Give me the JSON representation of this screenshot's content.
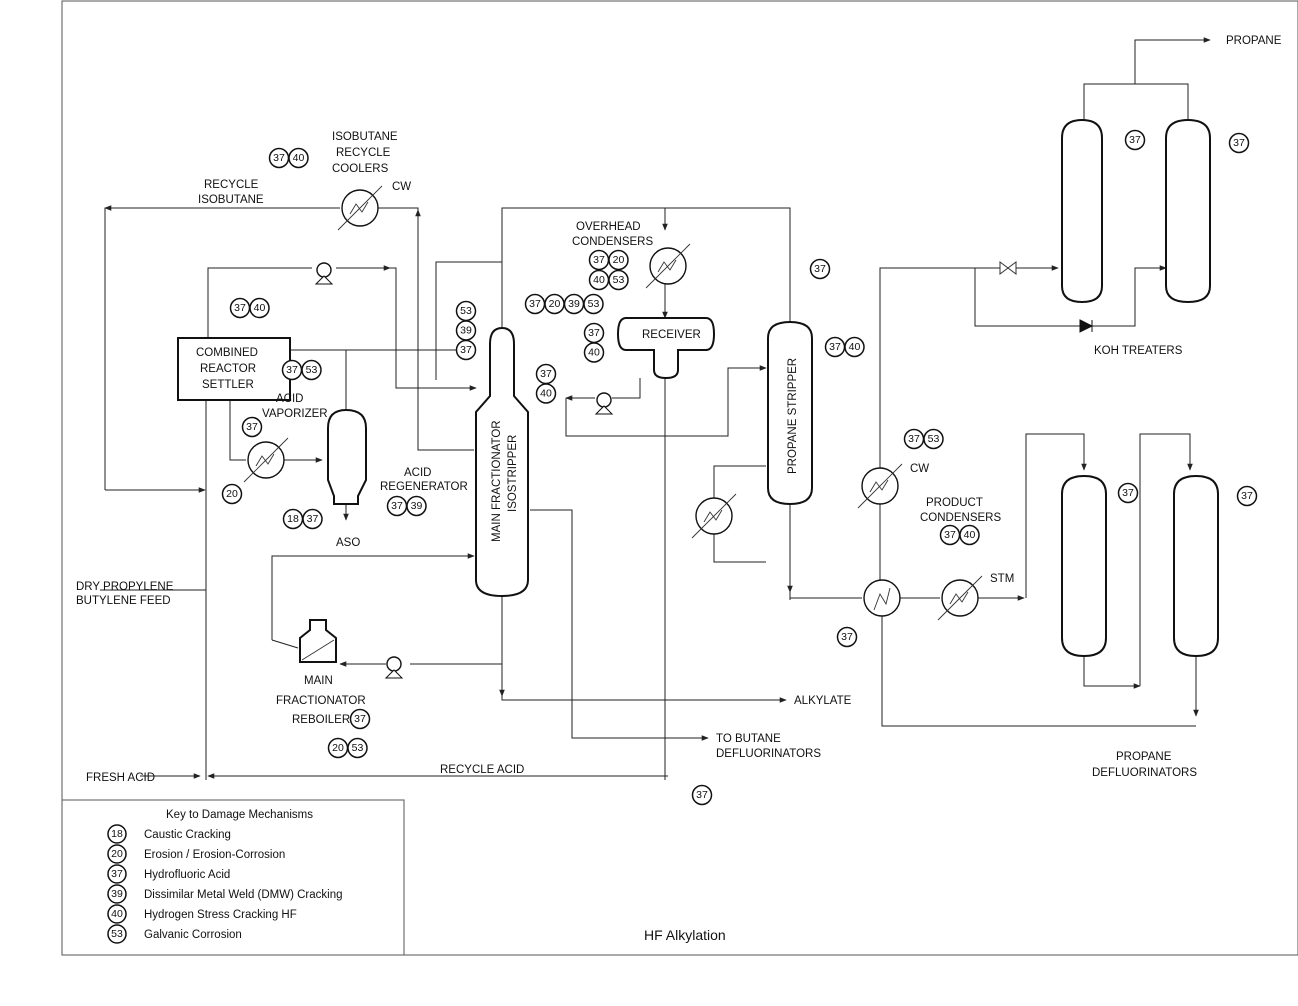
{
  "title": "HF Alkylation",
  "labels": {
    "propane": "PROPANE",
    "koh_treaters": "KOH TREATERS",
    "isobutane_recycle_coolers": [
      "ISOBUTANE",
      "RECYCLE",
      "COOLERS"
    ],
    "cw": "CW",
    "recycle_isobutane": [
      "RECYCLE",
      "ISOBUTANE"
    ],
    "overhead_condensers": [
      "OVERHEAD",
      "CONDENSERS"
    ],
    "receiver": "RECEIVER",
    "combined_reactor_settler": [
      "COMBINED",
      "REACTOR",
      "SETTLER"
    ],
    "acid_vaporizer": [
      "ACID",
      "VAPORIZER"
    ],
    "acid_regenerator": [
      "ACID",
      "REGENERATOR"
    ],
    "aso": "ASO",
    "main_fractionator_isostripper": [
      "MAIN FRACTIONATOR",
      "ISOSTRIPPER"
    ],
    "propane_stripper": "PROPANE STRIPPER",
    "cw2": "CW",
    "product_condensers": [
      "PRODUCT",
      "CONDENSERS"
    ],
    "stm": "STM",
    "dry_feed": [
      "DRY PROPYLENE",
      "BUTYLENE FEED"
    ],
    "main_fractionator_reboiler": [
      "MAIN",
      "FRACTIONATOR",
      "REBOILER"
    ],
    "alkylate": "ALKYLATE",
    "to_butane_defluorinators": [
      "TO BUTANE",
      "DEFLUORINATORS"
    ],
    "propane_defluorinators": [
      "PROPANE",
      "DEFLUORINATORS"
    ],
    "fresh_acid": "FRESH ACID",
    "recycle_acid": "RECYCLE ACID"
  },
  "damage_badges": {
    "koh_left": [
      "37"
    ],
    "koh_right": [
      "37"
    ],
    "coolers": [
      "37",
      "40"
    ],
    "overhead_top": [
      "37",
      "20"
    ],
    "overhead_bottom": [
      "40",
      "53"
    ],
    "propane_top": [
      "37"
    ],
    "reactor": [
      "37",
      "40"
    ],
    "fractionator_line": [
      "37",
      "20",
      "39",
      "53"
    ],
    "fractionator_stack": [
      "53",
      "39",
      "37"
    ],
    "receiver_stack": [
      "37",
      "40"
    ],
    "propane_stripper": [
      "37",
      "40"
    ],
    "settler_line": [
      "37",
      "53"
    ],
    "reflux_stack": [
      "37",
      "40"
    ],
    "acid_vaporizer": [
      "37"
    ],
    "acid_vaporizer_inlet": [
      "20"
    ],
    "acid_regenerator": [
      "37",
      "39"
    ],
    "aso": [
      "18",
      "37"
    ],
    "product_condensers_top": [
      "37",
      "53"
    ],
    "product_condensers": [
      "37",
      "40"
    ],
    "deflu_left": [
      "37"
    ],
    "deflu_right": [
      "37"
    ],
    "exchanger_bottom": [
      "37"
    ],
    "reboiler": [
      "37"
    ],
    "reboiler_lower": [
      "20",
      "53"
    ],
    "recycle_acid": [
      "37"
    ]
  },
  "legend": {
    "title": "Key to Damage Mechanisms",
    "items": [
      {
        "code": "18",
        "text": "Caustic Cracking"
      },
      {
        "code": "20",
        "text": "Erosion / Erosion-Corrosion"
      },
      {
        "code": "37",
        "text": "Hydrofluoric Acid"
      },
      {
        "code": "39",
        "text": "Dissimilar Metal Weld (DMW) Cracking"
      },
      {
        "code": "40",
        "text": "Hydrogen Stress Cracking HF"
      },
      {
        "code": "53",
        "text": "Galvanic Corrosion"
      }
    ]
  }
}
